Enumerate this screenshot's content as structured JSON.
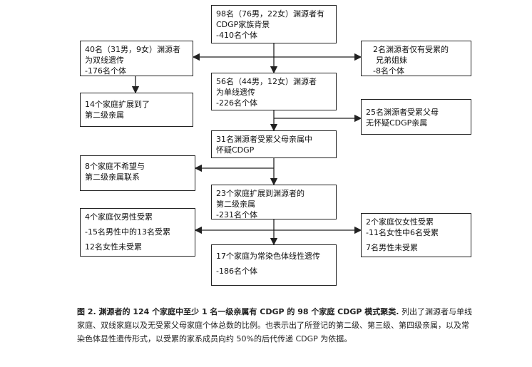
{
  "boxes": {
    "top": {
      "lines": [
        "98名（76男，22女）渊源者有",
        "CDGP家族背景",
        "-410名个体"
      ]
    },
    "bilineal": {
      "lines": [
        "40名（31男，9女）渊源者",
        "为双线遗传",
        "-176名个体"
      ]
    },
    "siblings_only": {
      "lines": [
        "2名渊源者仅有受累的",
        "兄弟姐妹",
        "-8名个体"
      ]
    },
    "unilineal": {
      "lines": [
        "56名（44男，12女）渊源者",
        "为单线遗传",
        "-226名个体"
      ]
    },
    "extended_second": {
      "lines": [
        "14个家庭扩展到了",
        "第二级亲属"
      ]
    },
    "parents_no_suspect": {
      "lines": [
        "25名渊源者受累父母",
        "无怀疑CDGP亲属"
      ]
    },
    "parents_suspect": {
      "lines": [
        "31名渊源者受累父母亲属中",
        "怀疑CDGP"
      ]
    },
    "no_contact": {
      "lines": [
        "8个家庭不希望与",
        "第二级亲属联系"
      ]
    },
    "extended_23": {
      "lines": [
        "23个家庭扩展到渊源者的",
        "第二级亲属",
        "-231名个体"
      ]
    },
    "male_only": {
      "lines": [
        "4个家庭仅男性受累",
        "-15名男性中的13名受累",
        "12名女性未受累"
      ]
    },
    "female_only": {
      "lines": [
        "2个家庭仅女性受累",
        "-11名女性中6名受累",
        "7名男性未受累"
      ]
    },
    "autosomal": {
      "lines": [
        "17个家庭为常染色体线性遗传",
        "-186名个体"
      ]
    }
  },
  "caption": {
    "bold": "图 2. 渊源者的 124 个家庭中至少 1 名一级亲属有 CDGP 的 98 个家庭 CDGP 模式聚类.",
    "text": " 列出了渊源者与单线家庭、双线家庭以及无受累父母家庭个体总数的比例。也表示出了所登记的第二级、第三级、第四级亲属，以及常染色体显性遗传形式，以受累的家系成员向约 50%的后代传递 CDGP 为依据。"
  }
}
